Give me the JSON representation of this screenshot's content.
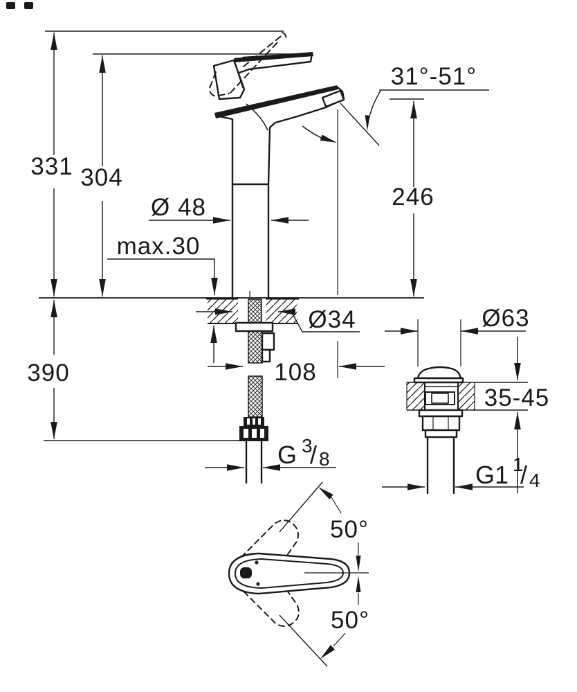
{
  "meta": {
    "background": "#ffffff",
    "ink": "#1a1a1a",
    "drawing_type": "faucet dimensional drawing"
  },
  "labels": {
    "total_height": "331",
    "height_to_lever": "304",
    "spout_height": "246",
    "hose_length_below": "390",
    "body_diameter": "Ø 48",
    "max_deck_thickness": "max.30",
    "shank_diameter": "Ø34",
    "spout_reach": "108",
    "drain_flange_diameter": "Ø63",
    "drain_deck_range": "35-45",
    "spout_angle_range": "31°-51°",
    "handle_swing_upper": "50°",
    "handle_swing_lower": "50°",
    "supply_thread": {
      "base": "G",
      "numerator": "3",
      "slash": "/",
      "denominator": "8"
    },
    "drain_thread": {
      "base": "G1",
      "numerator": "1",
      "slash": "/",
      "denominator": "4"
    }
  }
}
